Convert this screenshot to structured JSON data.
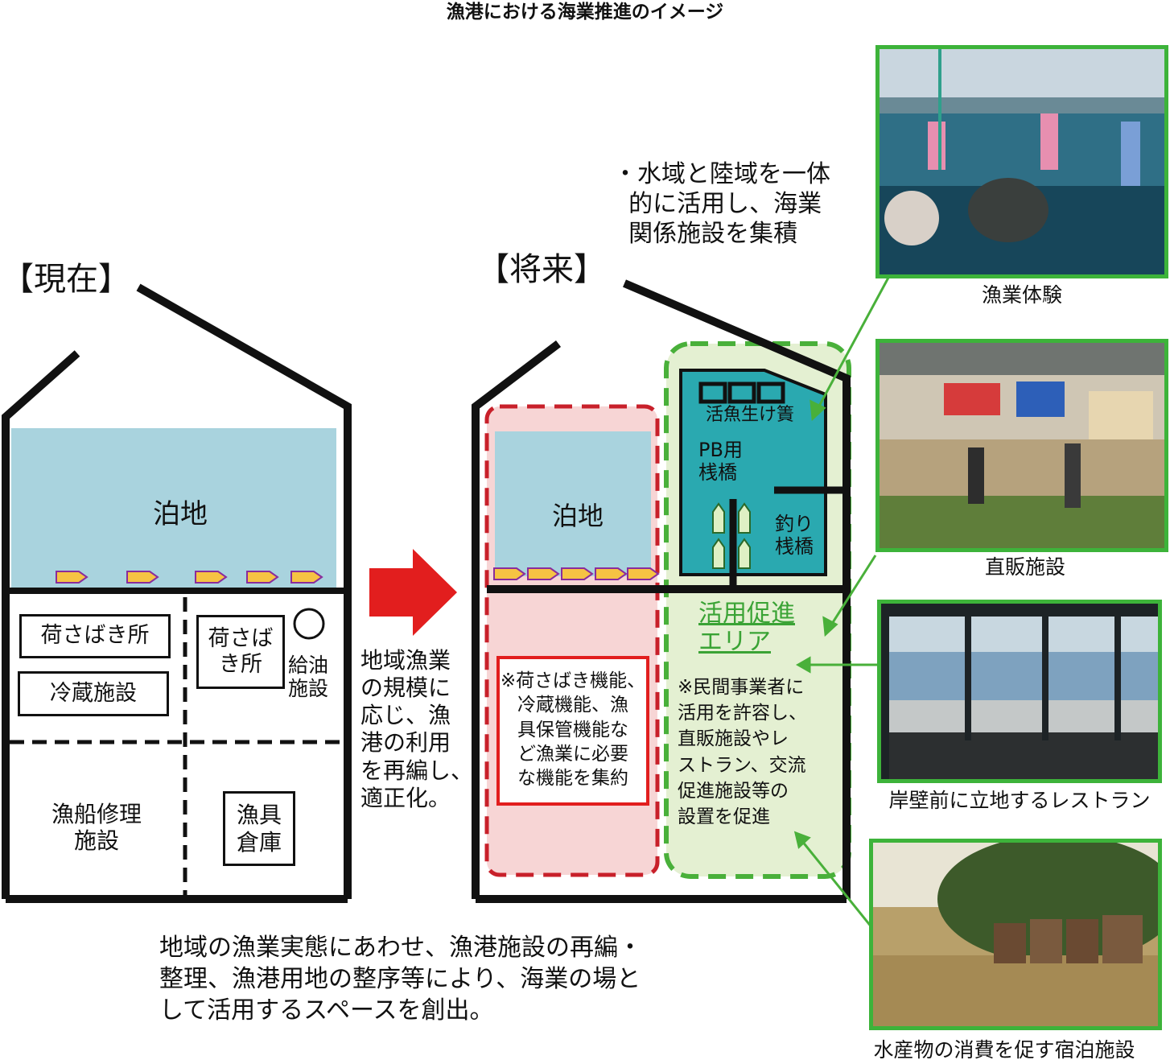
{
  "title": "漁港における海業推進のイメージ",
  "current": {
    "label": "【現在】",
    "anchorage": "泊地",
    "facilities": {
      "handling_1": "荷さばき所",
      "cold_storage": "冷蔵施設",
      "handling_2": "荷さば\nき所",
      "fuel": "給油\n施設",
      "boat_repair": "漁船修理\n施設",
      "gear_storage": "漁具\n倉庫"
    }
  },
  "transition": {
    "text": "地域漁業\nの規模に\n応じ、漁\n港の利用\nを再編し、\n適正化。"
  },
  "future": {
    "label": "【将来】",
    "anchorage": "泊地",
    "consolidation_note": "※荷さばき機能、\n冷蔵機能、漁\n具保管機能な\nど漁業に必要\nな機能を集約",
    "live_fish_cage": "活魚生け簀",
    "pb_pier": "PB用\n桟橋",
    "fishing_pier": "釣り\n桟橋",
    "promotion_area": "活用促進\nエリア",
    "private_note": "※民間事業者に\n活用を許容し、\n直販施設やレ\nストラン、交流\n促進施設等の\n設置を促進"
  },
  "integration_note": "・水域と陸域を一体\n  的に活用し、海業\n  関係施設を集積",
  "bottom_text": "地域の漁業実態にあわせ、漁港施設の再編・\n整理、漁港用地の整序等により、海業の場と\nして活用するスペースを創出。",
  "photos": [
    {
      "caption": "漁業体験",
      "icon": "fishing-experience-photo"
    },
    {
      "caption": "直販施設",
      "icon": "direct-sales-photo"
    },
    {
      "caption": "岸壁前に立地するレストラン",
      "icon": "waterfront-restaurant-photo"
    },
    {
      "caption": "水産物の消費を促す宿泊施設",
      "icon": "lodging-facility-photo"
    }
  ],
  "colors": {
    "water": "#a9d3de",
    "pink_zone": "#f7d5d5",
    "red_dash": "#c8202a",
    "green_zone": "#e4f0d2",
    "green_dash": "#49b03a",
    "teal": "#2aa9b0",
    "arrow_red": "#e21e1e",
    "boat_fill": "#f6c343",
    "boat_stroke": "#8a2c9c",
    "float_fill": "#dff0c4"
  }
}
